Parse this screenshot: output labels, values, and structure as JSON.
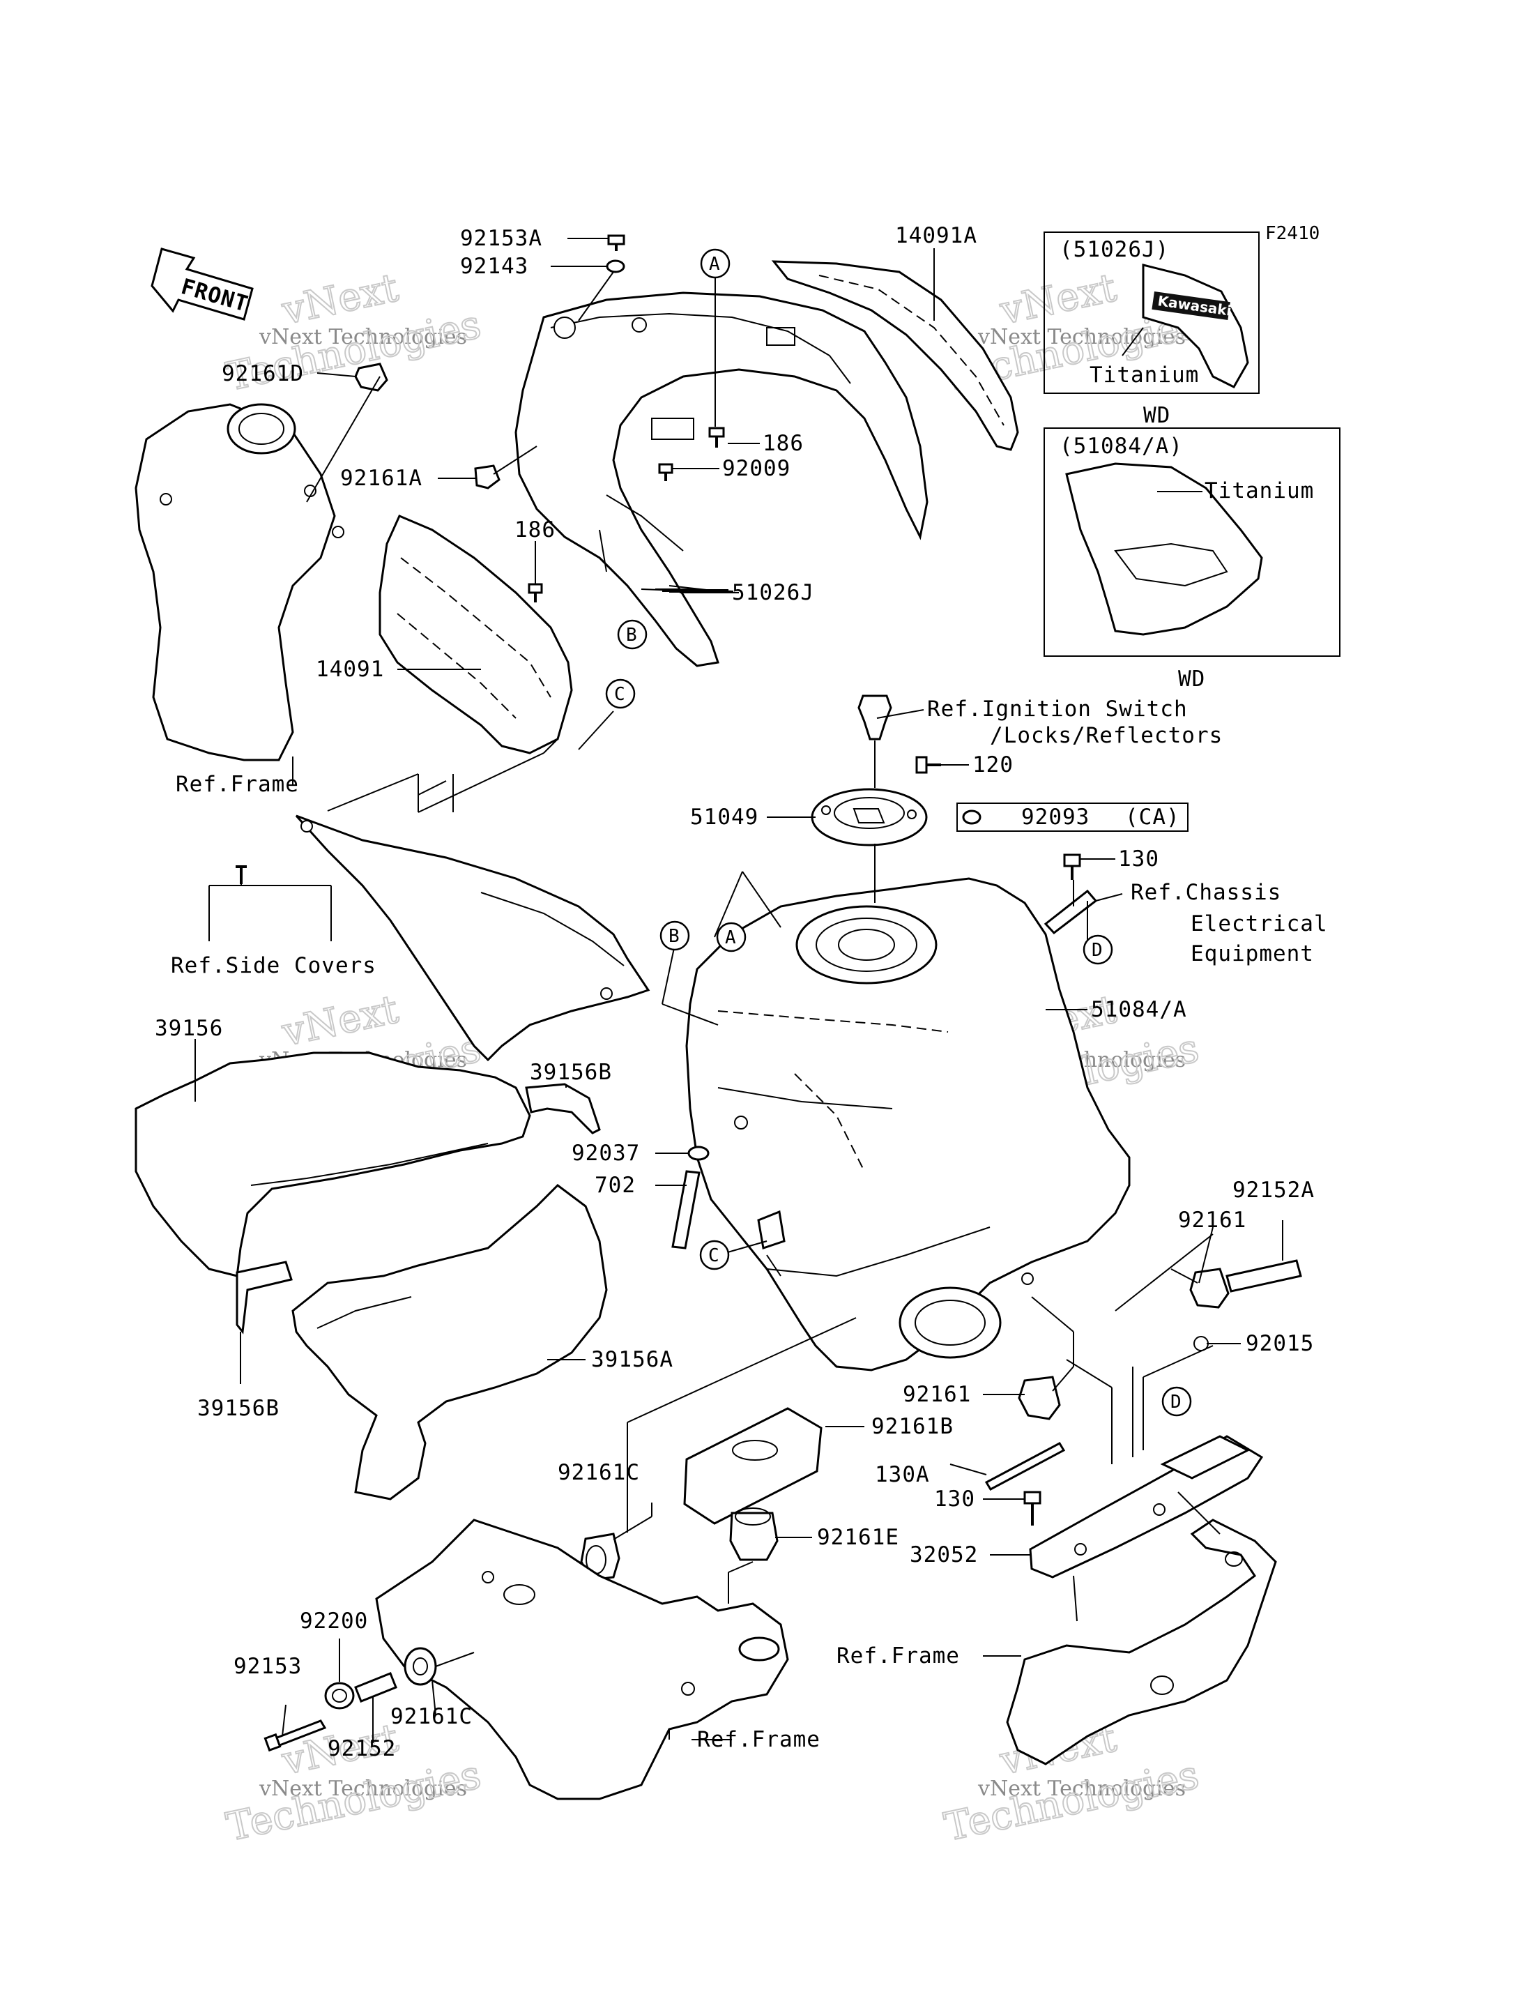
{
  "diagram_code": "F2410",
  "front_label": "FRONT",
  "watermark": {
    "line1": "vNext Technologies",
    "logo_top": "vNext",
    "logo_bottom": "Technologies"
  },
  "callouts": {
    "p92153A": "92153A",
    "p92143": "92143",
    "p92161D": "92161D",
    "p92161A": "92161A",
    "p186a": "186",
    "p92009": "92009",
    "p186b": "186",
    "p14091A": "14091A",
    "p14091": "14091",
    "p51026J": "51026J",
    "p51049": "51049",
    "p120": "120",
    "p92093": "92093",
    "p92093_note": "(CA)",
    "p130a": "130",
    "p51084A": "51084/A",
    "p39156": "39156",
    "p39156B_top": "39156B",
    "p39156B_bot": "39156B",
    "p39156A": "39156A",
    "p92037": "92037",
    "p702": "702",
    "p92161_right": "92161",
    "p92152A": "92152A",
    "p92015": "92015",
    "p92161_mid": "92161",
    "p92161B": "92161B",
    "p130A": "130A",
    "p130b": "130",
    "p32052": "32052",
    "p92161C_top": "92161C",
    "p92161E": "92161E",
    "p92200": "92200",
    "p92153": "92153",
    "p92161C_bot": "92161C",
    "p92152": "92152"
  },
  "references": {
    "frame_left": "Ref.Frame",
    "side_covers": "Ref.Side Covers",
    "ignition_1": "Ref.Ignition Switch",
    "ignition_2": "/Locks/Reflectors",
    "chassis_1": "Ref.Chassis",
    "chassis_2": "Electrical",
    "chassis_3": "Equipment",
    "frame_right": "Ref.Frame",
    "frame_bottom": "Ref.Frame"
  },
  "letters": {
    "A": "A",
    "B": "B",
    "C": "C",
    "D": "D"
  },
  "insets": {
    "top_code": "(51026J)",
    "top_brand": "Kawasaki",
    "top_finish": "Titanium",
    "top_model": "WD",
    "bottom_code": "(51084/A)",
    "bottom_finish": "Titanium",
    "bottom_model": "WD"
  }
}
